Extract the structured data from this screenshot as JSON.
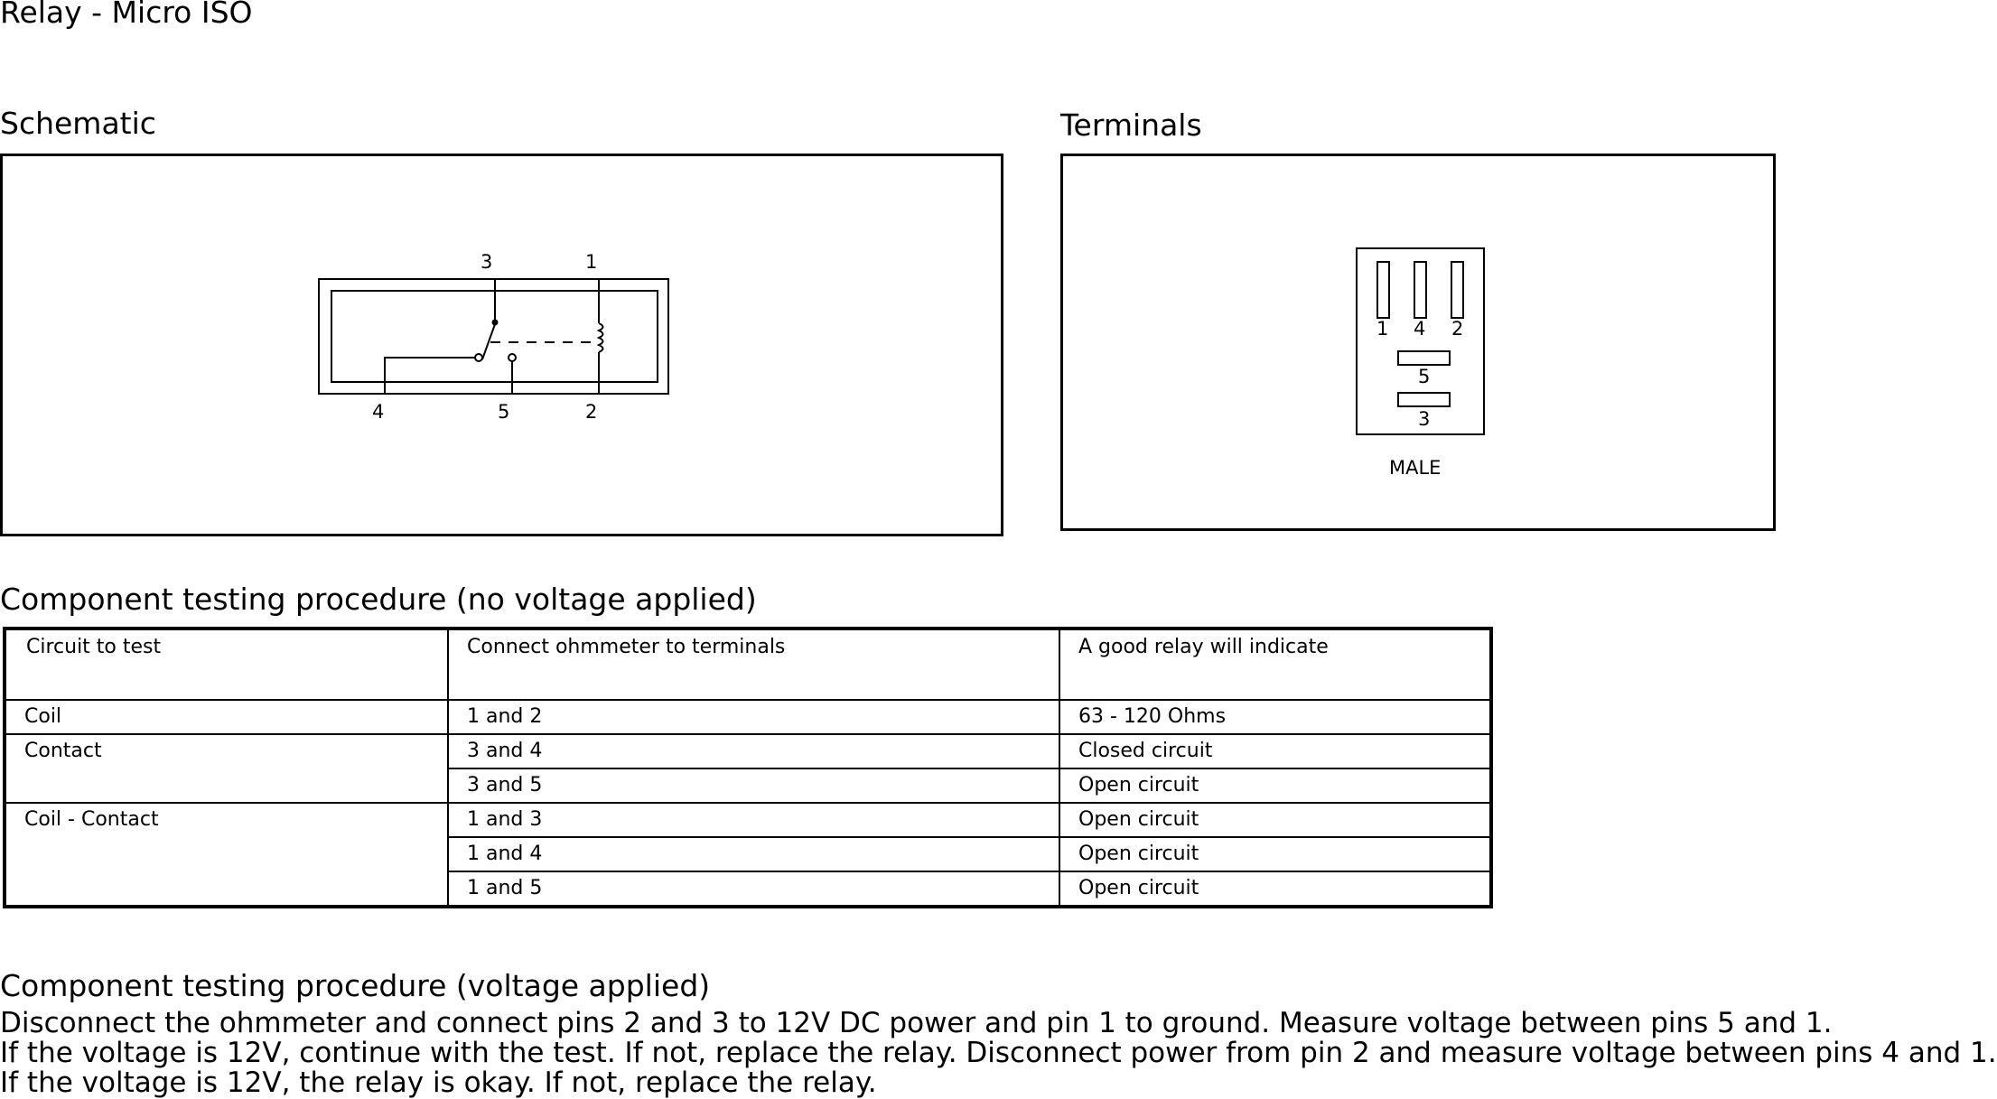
{
  "title": "Relay - Micro ISO",
  "schematic": {
    "label": "Schematic",
    "pins": {
      "top_left": "3",
      "top_right": "1",
      "bottom_left": "4",
      "bottom_mid": "5",
      "bottom_right": "2"
    }
  },
  "terminals": {
    "label": "Terminals",
    "pins_top": [
      "1",
      "4",
      "2"
    ],
    "pin_mid": "5",
    "pin_bottom": "3",
    "caption": "MALE"
  },
  "testing_no_voltage": {
    "heading": "Component testing procedure (no voltage applied)",
    "columns": [
      "Circuit to test",
      "Connect ohmmeter to terminals",
      "A good relay will indicate"
    ],
    "rows": [
      {
        "circuit": "Coil",
        "terminals": "1 and 2",
        "result": "63 - 120 Ohms"
      },
      {
        "circuit": "Contact",
        "terminals": "3 and 4",
        "result": "Closed circuit"
      },
      {
        "circuit": "",
        "terminals": "3 and 5",
        "result": "Open circuit"
      },
      {
        "circuit": "Coil - Contact",
        "terminals": "1 and 3",
        "result": "Open circuit"
      },
      {
        "circuit": "",
        "terminals": "1 and 4",
        "result": "Open circuit"
      },
      {
        "circuit": "",
        "terminals": "1 and 5",
        "result": "Open circuit"
      }
    ]
  },
  "testing_voltage": {
    "heading": "Component testing procedure (voltage applied)",
    "lines": [
      "Disconnect the ohmmeter and connect pins 2 and 3 to 12V DC power and pin 1 to ground. Measure voltage between pins 5 and 1.",
      "If the voltage is 12V, continue with the test. If not, replace the relay. Disconnect power from pin 2 and measure voltage between pins 4 and 1.",
      "If the voltage is 12V, the relay is okay. If not, replace the relay."
    ]
  }
}
